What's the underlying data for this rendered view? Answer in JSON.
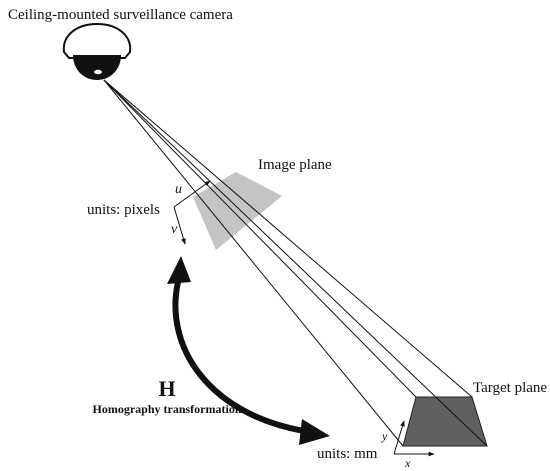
{
  "title": "Ceiling-mounted surveillance camera",
  "image_plane": {
    "label": "Image plane",
    "units": "units: pixels",
    "axis_u": "u",
    "axis_v": "v",
    "fill": "#c4c4c4"
  },
  "target_plane": {
    "label": "Target plane",
    "units": "units: mm",
    "axis_x": "x",
    "axis_y": "y",
    "fill": "#5f5f5f"
  },
  "homography": {
    "symbol": "H",
    "caption": "Homography transformation"
  },
  "colors": {
    "ink": "#111111",
    "camera_body": "#111111"
  }
}
